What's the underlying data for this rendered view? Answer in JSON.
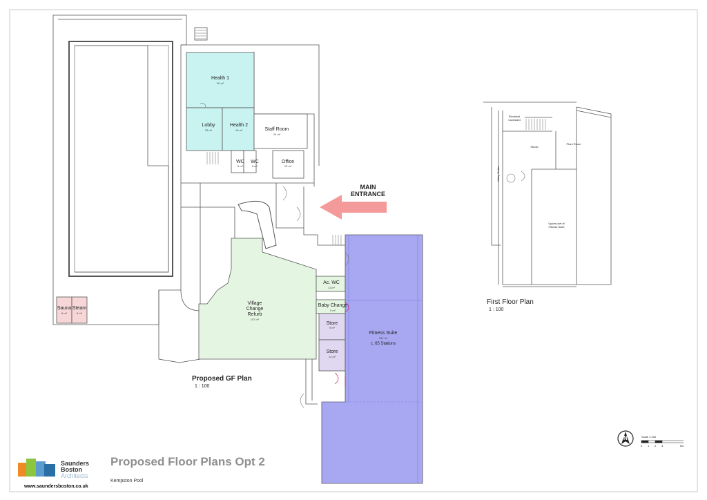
{
  "sheet": {
    "title": "Proposed Floor Plans Opt 2",
    "project": "Kempston Pool",
    "project_sub": "--",
    "website": "www.saundersboston.co.uk",
    "firm": {
      "line1": "Saunders",
      "line2": "Boston",
      "line3": "Architects"
    },
    "scale_bar": {
      "label": "Scale 1:100",
      "ticks": [
        "0",
        "1",
        "2",
        "3",
        "5m"
      ]
    },
    "north_label": "N"
  },
  "gf_plan": {
    "title": "Proposed GF Plan",
    "scale": "1 : 100",
    "entrance": {
      "line1": "MAIN",
      "line2": "ENTRANCE"
    },
    "rooms": {
      "health1": {
        "name": "Health 1",
        "area": "50 m²"
      },
      "lobby": {
        "name": "Lobby",
        "area": "23 m²"
      },
      "health2": {
        "name": "Health 2",
        "area": "18 m²"
      },
      "staff": {
        "name": "Staff Room",
        "area": "24 m²"
      },
      "wc1": {
        "name": "WC",
        "area": "5 m²"
      },
      "wc2": {
        "name": "WC",
        "area": "6 m²"
      },
      "office": {
        "name": "Office",
        "area": "15 m²"
      },
      "village": {
        "line1": "Village",
        "line2": "Change",
        "line3": "Refurb",
        "area": "157 m²"
      },
      "acwc": {
        "name": "Ac. WC",
        "area": "11 m²"
      },
      "baby": {
        "name": "Baby Change",
        "area": "5 m²"
      },
      "store1": {
        "name": "Store",
        "area": "9 m²"
      },
      "store2": {
        "name": "Store",
        "area": "12 m²"
      },
      "fitness": {
        "name": "Fitness Suite",
        "area": "332 m²",
        "stations": "c. 65 Stations"
      },
      "sauna": {
        "name": "Sauna",
        "area": "6 m²"
      },
      "steam": {
        "name": "Steam",
        "area": "6 m²"
      }
    }
  },
  "ff_plan": {
    "title": "First Floor Plan",
    "scale": "1 : 100",
    "rooms": {
      "cupboard": {
        "line1": "Electrical",
        "line2": "Cupboard"
      },
      "studio": "Studio",
      "plant": "Plant Room",
      "upper": {
        "line1": "Upper part of",
        "line2": "Fitness Suite"
      },
      "gutter": "Valley Gutter"
    }
  },
  "colors": {
    "health": "#c8f3f0",
    "village": "#e4f6e2",
    "fitness": "#a8a8f2",
    "store": "#e0d8f0",
    "sauna": "#f6d6d6",
    "arrow": "#f59a9a",
    "logo_orange": "#f08a24",
    "logo_green": "#8cc63f",
    "logo_blue": "#4a90c8"
  }
}
